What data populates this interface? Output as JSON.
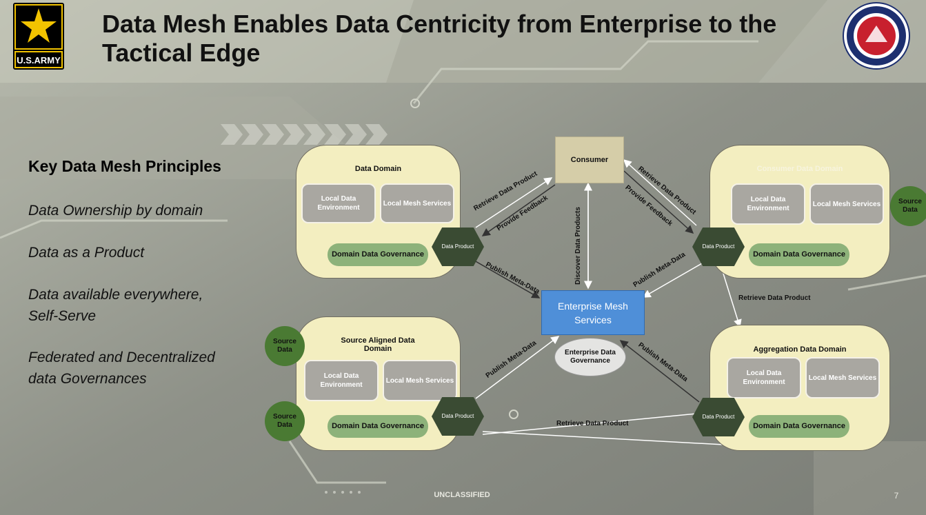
{
  "header": {
    "title": "Data Mesh Enables Data Centricity from Enterprise to the Tactical Edge",
    "army_logo_text": "U.S.ARMY"
  },
  "principles": {
    "heading": "Key Data Mesh Principles",
    "items": [
      "Data Ownership by domain",
      "Data as a Product",
      "Data available everywhere, Self-Serve",
      "Federated and Decentralized data Governances"
    ]
  },
  "diagram": {
    "consumer": "Consumer",
    "enterprise_mesh_services": "Enterprise Mesh Services",
    "enterprise_data_governance": "Enterprise Data Governance",
    "domains": {
      "data_domain": {
        "title": "Data Domain",
        "local_env": "Local Data Environment",
        "local_mesh": "Local Mesh Services",
        "governance": "Domain Data Governance",
        "product": "Data Product"
      },
      "consumer_domain": {
        "title": "Consumer Data Domain",
        "local_env": "Local Data Environment",
        "local_mesh": "Local Mesh Services",
        "governance": "Domain Data Governance",
        "product": "Data Product"
      },
      "source_aligned": {
        "title": "Source Aligned Data Domain",
        "local_env": "Local Data Environment",
        "local_mesh": "Local Mesh Services",
        "governance": "Domain Data Governance",
        "product": "Data Product"
      },
      "aggregation": {
        "title": "Aggregation Data Domain",
        "local_env": "Local Data Environment",
        "local_mesh": "Local Mesh Services",
        "governance": "Domain Data Governance",
        "product": "Data Product"
      }
    },
    "source_data": "Source Data",
    "labels": {
      "retrieve_left": "Retrieve Data Product",
      "feedback_left": "Provide Feedback",
      "retrieve_right": "Retrieve Data Product",
      "feedback_right": "Provide Feedback",
      "discover": "Discover Data Products",
      "publish_tl": "Publish Meta-Data",
      "publish_tr": "Publish Meta-Data",
      "publish_bl": "Publish Meta-Data",
      "publish_br": "Publish Meta-Data",
      "retrieve_agg": "Retrieve Data Product",
      "retrieve_bottom": "Retrieve Data Product"
    }
  },
  "footer": {
    "classification": "UNCLASSIFIED",
    "page": "7"
  },
  "colors": {
    "domain_fill": "#f3eec0",
    "governance": "#8db27a",
    "product_hex": "#3a4b33",
    "source_circle": "#4a7a33",
    "ems_blue": "#4f8fd8"
  }
}
